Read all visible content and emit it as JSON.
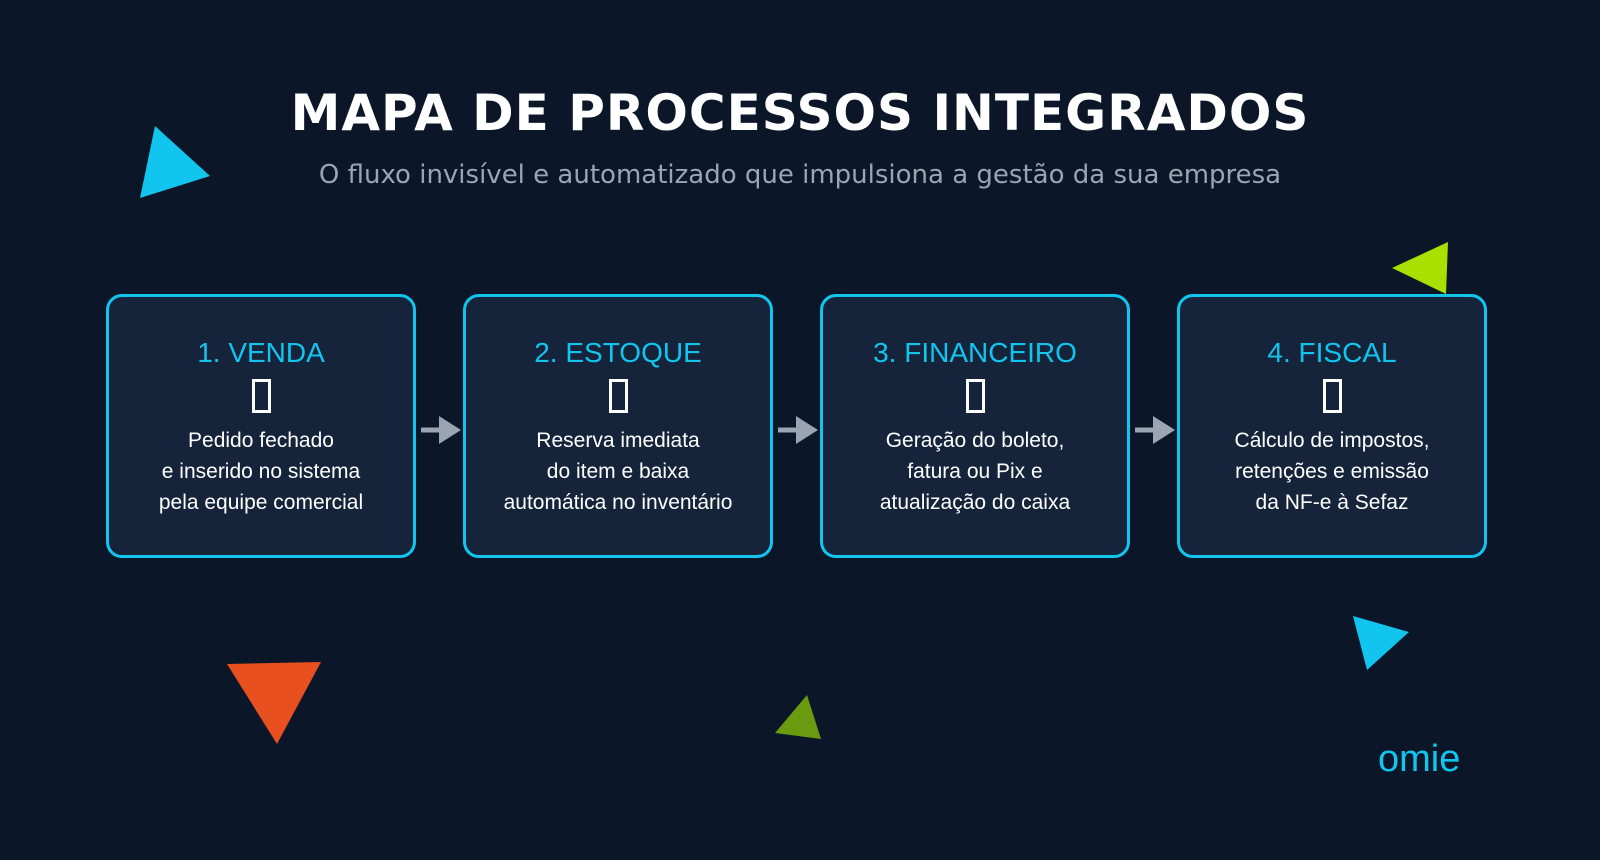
{
  "header": {
    "title": "MAPA DE PROCESSOS INTEGRADOS",
    "subtitle": "O fluxo invisível e automatizado que impulsiona a gestão da sua empresa"
  },
  "steps": [
    {
      "title": "1. VENDA",
      "icon": "missing-glyph-icon",
      "description": "Pedido fechado\ne inserido no sistema\npela equipe comercial"
    },
    {
      "title": "2. ESTOQUE",
      "icon": "missing-glyph-icon",
      "description": "Reserva imediata\ndo item e baixa\nautomática no inventário"
    },
    {
      "title": "3. FINANCEIRO",
      "icon": "missing-glyph-icon",
      "description": "Geração do boleto,\nfatura ou Pix e\natualização do caixa"
    },
    {
      "title": "4. FISCAL",
      "icon": "missing-glyph-icon",
      "description": "Cálculo de impostos,\nretenções e emissão\nda NF-e à Sefaz"
    }
  ],
  "brand": {
    "logo_text": "omie"
  },
  "colors": {
    "background": "#0b1628",
    "card_background": "#15233b",
    "accent_cyan": "#11c5ee",
    "arrow_gray": "#9aa4b2",
    "lime": "#a8e000",
    "orange": "#e8501f",
    "olive_green": "#6a9a10"
  }
}
